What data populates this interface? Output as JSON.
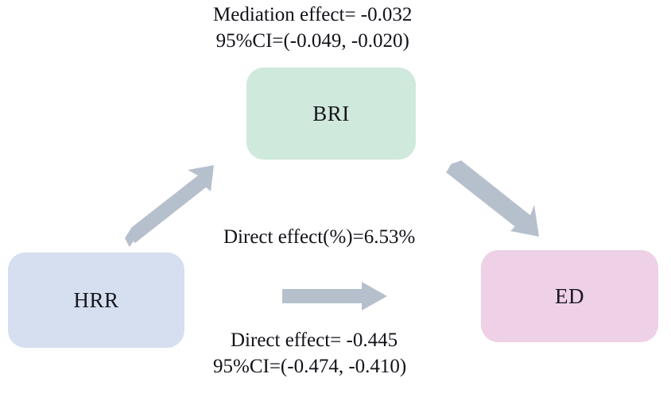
{
  "figure": {
    "type": "mediation-path-diagram",
    "background_color": "#ffffff"
  },
  "nodes": [
    {
      "id": "bri",
      "label": "BRI",
      "role": "mediator",
      "fill_color": "#cfe9dc"
    },
    {
      "id": "hrr",
      "label": "HRR",
      "role": "exposure",
      "fill_color": "#d5dff0"
    },
    {
      "id": "ed",
      "label": "ED",
      "role": "outcome",
      "fill_color": "#eed1e6"
    }
  ],
  "labels": {
    "mediation": {
      "line_1": "Mediation effect= -0.032",
      "line_2": "95%CI=(-0.049, -0.020)"
    },
    "direct_percent": {
      "text": "Direct effect(%)=6.53%"
    },
    "direct": {
      "line_1": "Direct effect= -0.445",
      "line_2": "95%CI=(-0.474, -0.410)"
    }
  },
  "arrows": [
    {
      "id": "hrr-to-bri",
      "from": "hrr",
      "to": "bri",
      "direction": "up-right",
      "color": "#b6c0cd"
    },
    {
      "id": "bri-to-ed",
      "from": "bri",
      "to": "ed",
      "direction": "down-right",
      "color": "#b6c0cd"
    },
    {
      "id": "hrr-to-ed",
      "from": "hrr",
      "to": "ed",
      "direction": "right",
      "color": "#b6c0cd"
    }
  ],
  "chart_data": {
    "type": "diagram",
    "title": "",
    "exposure": "HRR",
    "mediator": "BRI",
    "outcome": "ED",
    "paths": [
      {
        "name": "Mediation effect",
        "estimate": -0.032,
        "ci_lower": -0.049,
        "ci_upper": -0.02,
        "ci_label": "95%CI=(-0.049, -0.020)"
      },
      {
        "name": "Direct effect",
        "estimate": -0.445,
        "ci_lower": -0.474,
        "ci_upper": -0.41,
        "ci_label": "95%CI=(-0.474, -0.410)"
      },
      {
        "name": "Direct effect(%)",
        "estimate": 6.53,
        "unit": "%",
        "ci_label": ""
      }
    ]
  }
}
